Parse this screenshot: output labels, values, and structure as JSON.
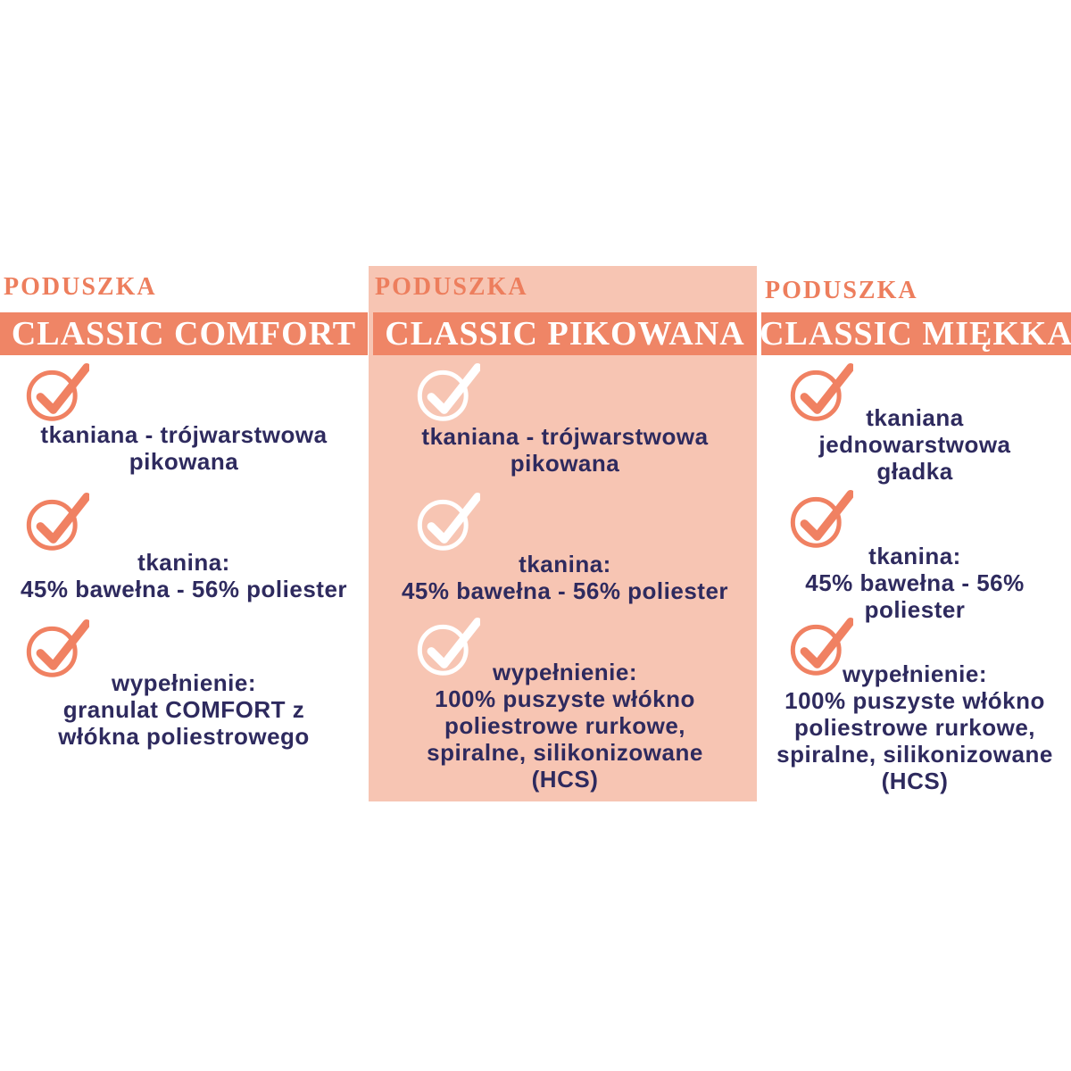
{
  "colors": {
    "banner_bg": "#ef8566",
    "highlight_panel_bg": "#f7c5b3",
    "kicker_text": "#ed7e5d",
    "banner_text": "#ffffff",
    "feature_text": "#2e2a5e",
    "check_icon_salmon": "#f08162",
    "check_icon_white": "#ffffff",
    "page_bg": "#ffffff"
  },
  "columns": [
    {
      "kicker": "PODUSZKA",
      "title": "CLASSIC COMFORT",
      "highlighted": false,
      "check_icon_color": "salmon",
      "features": [
        "tkaniana - trójwarstwowa\npikowana",
        "tkanina:\n45% bawełna - 56% poliester",
        "wypełnienie:\ngranulat COMFORT z\nwłókna poliestrowego"
      ]
    },
    {
      "kicker": "PODUSZKA",
      "title": "CLASSIC PIKOWANA",
      "highlighted": true,
      "check_icon_color": "white",
      "features": [
        "tkaniana - trójwarstwowa\npikowana",
        "tkanina:\n45% bawełna - 56% poliester",
        "wypełnienie:\n100% puszyste włókno\npoliestrowe rurkowe,\nspiralne, silikonizowane\n(HCS)"
      ]
    },
    {
      "kicker": "PODUSZKA",
      "title": "CLASSIC MIĘKKA",
      "highlighted": false,
      "check_icon_color": "salmon",
      "features": [
        "tkaniana\njednowarstwowa\ngładka",
        "tkanina:\n45% bawełna - 56%\npoliester",
        "wypełnienie:\n100% puszyste włókno\npoliestrowe rurkowe,\nspiralne, silikonizowane\n(HCS)"
      ]
    }
  ]
}
